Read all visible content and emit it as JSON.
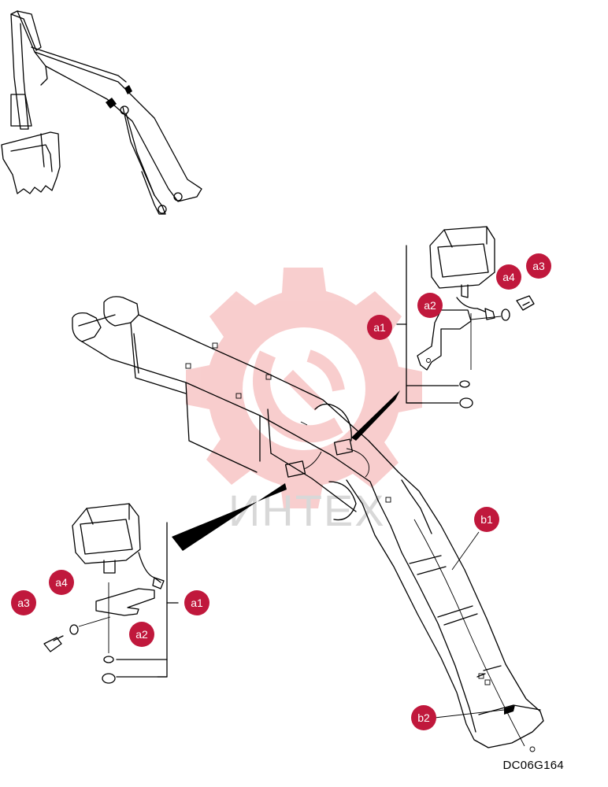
{
  "watermark": {
    "text": "ИНТЕХ"
  },
  "figure_code": "DC06G164",
  "callouts": {
    "top_a1": "a1",
    "top_a2": "a2",
    "top_a3": "a3",
    "top_a4": "a4",
    "bot_a1": "a1",
    "bot_a2": "a2",
    "bot_a3": "a3",
    "bot_a4": "a4",
    "b1": "b1",
    "b2": "b2"
  },
  "colors": {
    "callout": "#c0183c",
    "watermark_gear": "#f6c6c6",
    "line": "#000000"
  }
}
